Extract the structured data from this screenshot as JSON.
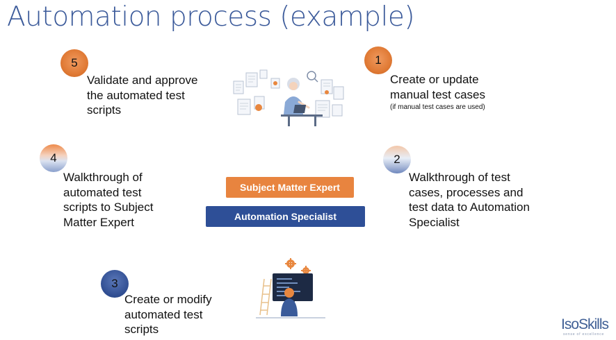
{
  "title": "Automation process (example)",
  "steps": [
    {
      "number": "5",
      "lines": [
        "Validate and approve",
        "the automated test",
        "scripts"
      ],
      "color": "#e07a35"
    },
    {
      "number": "1",
      "lines": [
        "Create or update",
        "manual test cases"
      ],
      "note": "(if manual test cases are used)",
      "color": "#e07a35"
    },
    {
      "number": "4",
      "lines": [
        "Walkthrough of",
        "automated test",
        "scripts to Subject",
        "Matter Expert"
      ]
    },
    {
      "number": "2",
      "lines": [
        "Walkthrough of test",
        "cases, processes and",
        "test data to Automation",
        "Specialist"
      ]
    },
    {
      "number": "3",
      "lines": [
        "Create or modify",
        "automated test",
        "scripts"
      ],
      "color": "#2f4d91"
    }
  ],
  "roles": {
    "subject_matter_expert": "Subject Matter Expert",
    "automation_specialist": "Automation Specialist"
  },
  "logo": {
    "name": "IsoSkills",
    "tagline": "sense of excellence"
  },
  "illustrations": {
    "top": "person-at-desk-with-documents",
    "bottom": "developer-at-computer-with-gears"
  }
}
